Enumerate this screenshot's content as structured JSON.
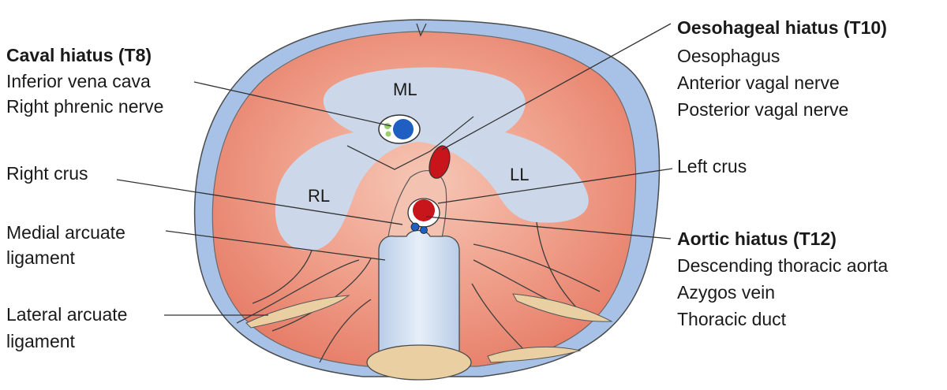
{
  "diagram": {
    "regions": {
      "middle_leaflet": "ML",
      "right_leaflet": "RL",
      "left_leaflet": "LL"
    },
    "left_labels": {
      "caval": {
        "heading": "Caval hiatus (T8)",
        "items": [
          "Inferior vena cava",
          "Right phrenic nerve"
        ]
      },
      "right_crus": "Right crus",
      "medial_arcuate": [
        "Medial arcuate",
        "ligament"
      ],
      "lateral_arcuate": [
        "Lateral arcuate",
        "ligament"
      ]
    },
    "right_labels": {
      "oesophageal": {
        "heading": "Oesohageal hiatus (T10)",
        "items": [
          "Oesophagus",
          "Anterior vagal nerve",
          "Posterior vagal nerve"
        ]
      },
      "left_crus": "Left crus",
      "aortic": {
        "heading": "Aortic hiatus (T12)",
        "items": [
          "Descending thoracic aorta",
          "Azygos vein",
          "Thoracic duct"
        ]
      }
    },
    "colors": {
      "muscle": "#ec8c79",
      "tendon": "#c9daee",
      "rim": "#a7c2e6",
      "vein": "#1f5fc2",
      "artery": "#c8141b",
      "nerve": "#9bcf6a",
      "bone": "#e9cfa2"
    }
  }
}
